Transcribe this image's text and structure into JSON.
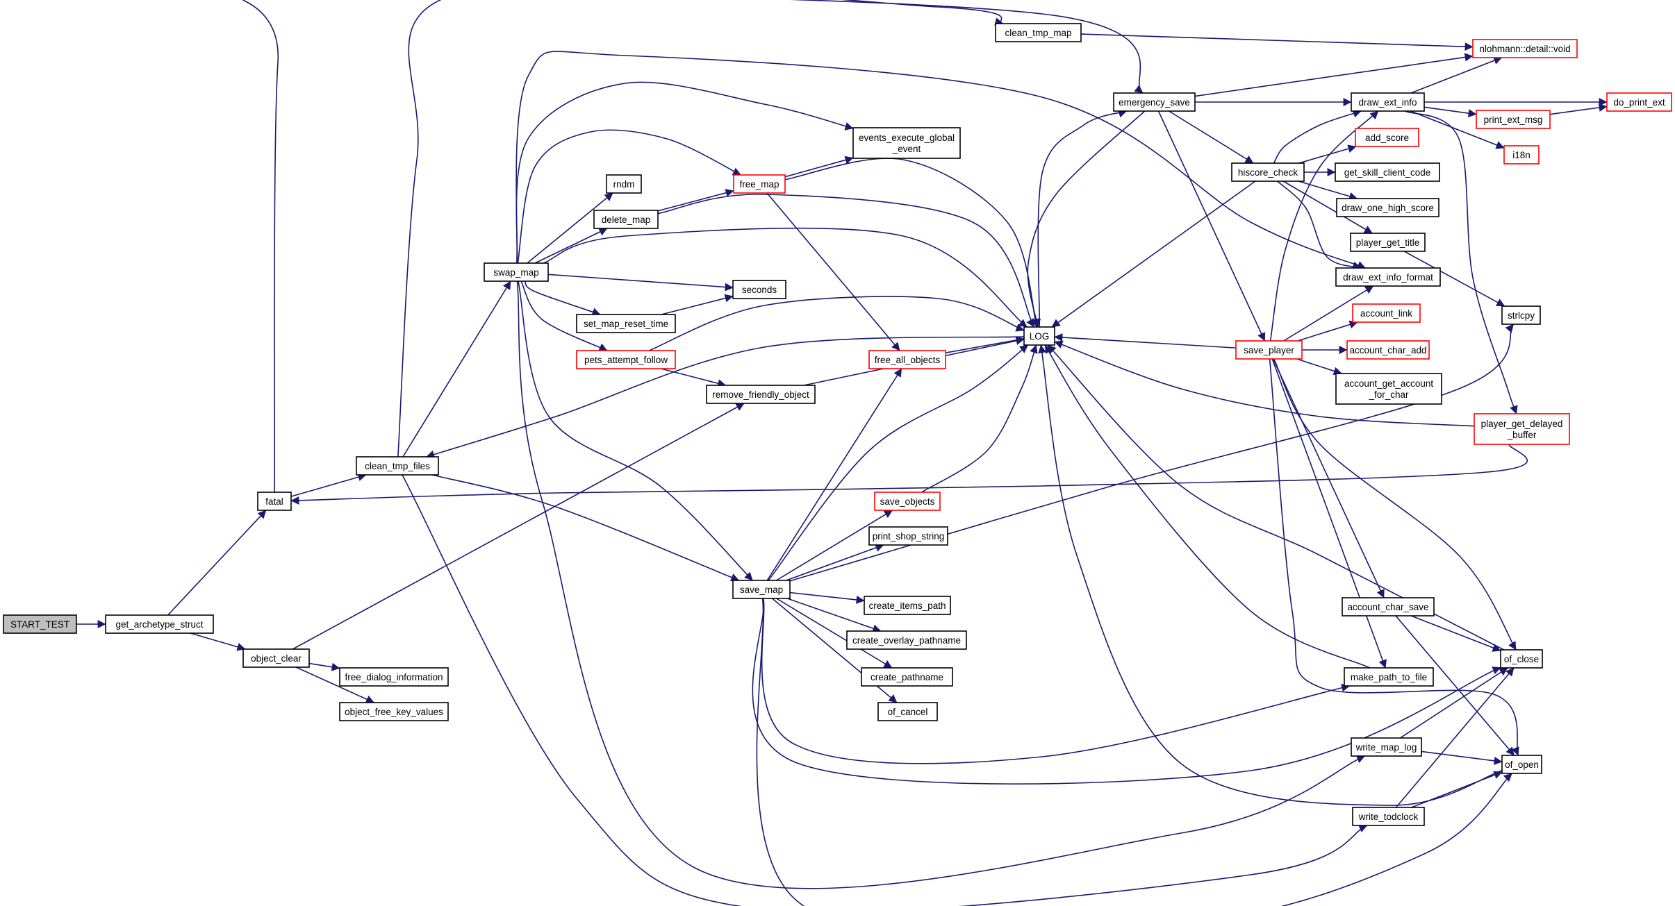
{
  "nodes": [
    {
      "id": "start_test",
      "label": "START_TEST",
      "style": "root"
    },
    {
      "id": "get_archetype_struct",
      "label": "get_archetype_struct",
      "style": "normal"
    },
    {
      "id": "fatal",
      "label": "fatal",
      "style": "normal"
    },
    {
      "id": "object_clear",
      "label": "object_clear",
      "style": "normal"
    },
    {
      "id": "clean_tmp_files",
      "label": "clean_tmp_files",
      "style": "normal"
    },
    {
      "id": "free_dialog_information",
      "label": "free_dialog_information",
      "style": "normal"
    },
    {
      "id": "object_free_key_values",
      "label": "object_free_key_values",
      "style": "normal"
    },
    {
      "id": "swap_map",
      "label": "swap_map",
      "style": "normal"
    },
    {
      "id": "rndm",
      "label": "rndm",
      "style": "normal"
    },
    {
      "id": "delete_map",
      "label": "delete_map",
      "style": "normal"
    },
    {
      "id": "set_map_reset_time",
      "label": "set_map_reset_time",
      "style": "normal"
    },
    {
      "id": "pets_attempt_follow",
      "label": "pets_attempt_follow",
      "style": "truncated"
    },
    {
      "id": "remove_friendly_object",
      "label": "remove_friendly_object",
      "style": "normal"
    },
    {
      "id": "save_map",
      "label": "save_map",
      "style": "normal"
    },
    {
      "id": "clean_tmp_map",
      "label": "clean_tmp_map",
      "style": "normal"
    },
    {
      "id": "events_execute_global_event",
      "label": "events_execute_global\n_event",
      "style": "normal"
    },
    {
      "id": "free_map",
      "label": "free_map",
      "style": "truncated"
    },
    {
      "id": "seconds",
      "label": "seconds",
      "style": "normal"
    },
    {
      "id": "free_all_objects",
      "label": "free_all_objects",
      "style": "truncated"
    },
    {
      "id": "save_objects",
      "label": "save_objects",
      "style": "truncated"
    },
    {
      "id": "print_shop_string",
      "label": "print_shop_string",
      "style": "normal"
    },
    {
      "id": "create_items_path",
      "label": "create_items_path",
      "style": "normal"
    },
    {
      "id": "create_overlay_pathname",
      "label": "create_overlay_pathname",
      "style": "normal"
    },
    {
      "id": "create_pathname",
      "label": "create_pathname",
      "style": "normal"
    },
    {
      "id": "of_cancel",
      "label": "of_cancel",
      "style": "normal"
    },
    {
      "id": "log",
      "label": "LOG",
      "style": "normal"
    },
    {
      "id": "emergency_save",
      "label": "emergency_save",
      "style": "normal"
    },
    {
      "id": "hiscore_check",
      "label": "hiscore_check",
      "style": "normal"
    },
    {
      "id": "save_player",
      "label": "save_player",
      "style": "truncated"
    },
    {
      "id": "draw_ext_info",
      "label": "draw_ext_info",
      "style": "normal"
    },
    {
      "id": "nlohmann_detail_void",
      "label": "nlohmann::detail::void",
      "style": "truncated"
    },
    {
      "id": "do_print_ext",
      "label": "do_print_ext",
      "style": "truncated"
    },
    {
      "id": "print_ext_msg",
      "label": "print_ext_msg",
      "style": "truncated"
    },
    {
      "id": "i18n",
      "label": "i18n",
      "style": "truncated"
    },
    {
      "id": "add_score",
      "label": "add_score",
      "style": "truncated"
    },
    {
      "id": "get_skill_client_code",
      "label": "get_skill_client_code",
      "style": "normal"
    },
    {
      "id": "draw_one_high_score",
      "label": "draw_one_high_score",
      "style": "normal"
    },
    {
      "id": "player_get_title",
      "label": "player_get_title",
      "style": "normal"
    },
    {
      "id": "draw_ext_info_format",
      "label": "draw_ext_info_format",
      "style": "normal"
    },
    {
      "id": "strlcpy",
      "label": "strlcpy",
      "style": "normal"
    },
    {
      "id": "account_link",
      "label": "account_link",
      "style": "truncated"
    },
    {
      "id": "account_char_add",
      "label": "account_char_add",
      "style": "truncated"
    },
    {
      "id": "account_get_account_for_char",
      "label": "account_get_account\n_for_char",
      "style": "normal"
    },
    {
      "id": "player_get_delayed_buffer",
      "label": "player_get_delayed\n_buffer",
      "style": "truncated"
    },
    {
      "id": "account_char_save",
      "label": "account_char_save",
      "style": "normal"
    },
    {
      "id": "of_close",
      "label": "of_close",
      "style": "normal"
    },
    {
      "id": "make_path_to_file",
      "label": "make_path_to_file",
      "style": "normal"
    },
    {
      "id": "write_map_log",
      "label": "write_map_log",
      "style": "normal"
    },
    {
      "id": "of_open",
      "label": "of_open",
      "style": "normal"
    },
    {
      "id": "write_todclock",
      "label": "write_todclock",
      "style": "normal"
    }
  ],
  "edges": [
    [
      "start_test",
      "get_archetype_struct"
    ],
    [
      "get_archetype_struct",
      "fatal"
    ],
    [
      "get_archetype_struct",
      "object_clear"
    ],
    [
      "fatal",
      "clean_tmp_files"
    ],
    [
      "fatal",
      "emergency_save"
    ],
    [
      "object_clear",
      "free_dialog_information"
    ],
    [
      "object_clear",
      "object_free_key_values"
    ],
    [
      "object_clear",
      "remove_friendly_object"
    ],
    [
      "clean_tmp_files",
      "clean_tmp_map"
    ],
    [
      "clean_tmp_files",
      "swap_map"
    ],
    [
      "clean_tmp_files",
      "save_map"
    ],
    [
      "clean_tmp_files",
      "write_todclock"
    ],
    [
      "swap_map",
      "events_execute_global_event"
    ],
    [
      "swap_map",
      "free_map"
    ],
    [
      "swap_map",
      "rndm"
    ],
    [
      "swap_map",
      "delete_map"
    ],
    [
      "swap_map",
      "seconds"
    ],
    [
      "swap_map",
      "set_map_reset_time"
    ],
    [
      "swap_map",
      "pets_attempt_follow"
    ],
    [
      "swap_map",
      "log"
    ],
    [
      "swap_map",
      "save_map"
    ],
    [
      "swap_map",
      "draw_ext_info_format"
    ],
    [
      "swap_map",
      "write_map_log"
    ],
    [
      "delete_map",
      "free_map"
    ],
    [
      "delete_map",
      "log"
    ],
    [
      "free_map",
      "events_execute_global_event"
    ],
    [
      "free_map",
      "free_all_objects"
    ],
    [
      "free_map",
      "log"
    ],
    [
      "set_map_reset_time",
      "seconds"
    ],
    [
      "pets_attempt_follow",
      "log"
    ],
    [
      "pets_attempt_follow",
      "remove_friendly_object"
    ],
    [
      "remove_friendly_object",
      "log"
    ],
    [
      "clean_tmp_map",
      "nlohmann_detail_void"
    ],
    [
      "save_map",
      "free_all_objects"
    ],
    [
      "save_map",
      "save_objects"
    ],
    [
      "save_map",
      "print_shop_string"
    ],
    [
      "save_map",
      "create_items_path"
    ],
    [
      "save_map",
      "create_overlay_pathname"
    ],
    [
      "save_map",
      "create_pathname"
    ],
    [
      "save_map",
      "of_cancel"
    ],
    [
      "save_map",
      "log"
    ],
    [
      "save_map",
      "strlcpy"
    ],
    [
      "save_map",
      "make_path_to_file"
    ],
    [
      "save_map",
      "of_close"
    ],
    [
      "save_map",
      "of_open"
    ],
    [
      "free_all_objects",
      "log"
    ],
    [
      "save_objects",
      "log"
    ],
    [
      "log",
      "clean_tmp_files"
    ],
    [
      "log",
      "emergency_save"
    ],
    [
      "emergency_save",
      "log"
    ],
    [
      "emergency_save",
      "draw_ext_info"
    ],
    [
      "emergency_save",
      "nlohmann_detail_void"
    ],
    [
      "emergency_save",
      "hiscore_check"
    ],
    [
      "emergency_save",
      "save_player"
    ],
    [
      "draw_ext_info",
      "nlohmann_detail_void"
    ],
    [
      "draw_ext_info",
      "do_print_ext"
    ],
    [
      "draw_ext_info",
      "print_ext_msg"
    ],
    [
      "draw_ext_info",
      "i18n"
    ],
    [
      "draw_ext_info",
      "player_get_delayed_buffer"
    ],
    [
      "print_ext_msg",
      "do_print_ext"
    ],
    [
      "hiscore_check",
      "draw_ext_info"
    ],
    [
      "hiscore_check",
      "add_score"
    ],
    [
      "hiscore_check",
      "get_skill_client_code"
    ],
    [
      "hiscore_check",
      "draw_one_high_score"
    ],
    [
      "hiscore_check",
      "player_get_title"
    ],
    [
      "hiscore_check",
      "draw_ext_info_format"
    ],
    [
      "hiscore_check",
      "log"
    ],
    [
      "player_get_title",
      "strlcpy"
    ],
    [
      "save_player",
      "log"
    ],
    [
      "save_player",
      "draw_ext_info"
    ],
    [
      "save_player",
      "draw_ext_info_format"
    ],
    [
      "save_player",
      "account_link"
    ],
    [
      "save_player",
      "account_char_add"
    ],
    [
      "save_player",
      "account_get_account_for_char"
    ],
    [
      "save_player",
      "account_char_save"
    ],
    [
      "save_player",
      "make_path_to_file"
    ],
    [
      "save_player",
      "of_close"
    ],
    [
      "save_player",
      "of_open"
    ],
    [
      "player_get_delayed_buffer",
      "fatal"
    ],
    [
      "player_get_delayed_buffer",
      "log"
    ],
    [
      "account_char_save",
      "of_close"
    ],
    [
      "account_char_save",
      "of_open"
    ],
    [
      "make_path_to_file",
      "log"
    ],
    [
      "of_close",
      "log"
    ],
    [
      "of_open",
      "log"
    ],
    [
      "write_map_log",
      "of_close"
    ],
    [
      "write_map_log",
      "of_open"
    ],
    [
      "write_todclock",
      "of_close"
    ],
    [
      "write_todclock",
      "of_open"
    ]
  ],
  "colors": {
    "edge": "#191970",
    "box_border": "#000000",
    "truncated_border": "#ff0000",
    "root_fill": "#bfbfbf",
    "box_fill": "#ffffff"
  }
}
